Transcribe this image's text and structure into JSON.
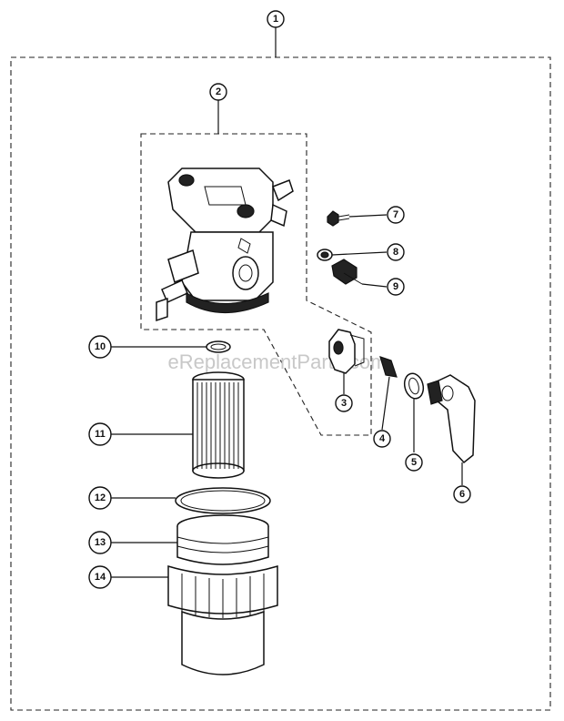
{
  "watermark": "eReplacementParts.com",
  "callouts": [
    {
      "label": "1"
    },
    {
      "label": "2"
    },
    {
      "label": "3"
    },
    {
      "label": "4"
    },
    {
      "label": "5"
    },
    {
      "label": "6"
    },
    {
      "label": "7"
    },
    {
      "label": "8"
    },
    {
      "label": "9"
    },
    {
      "label": "10"
    },
    {
      "label": "11"
    },
    {
      "label": "12"
    },
    {
      "label": "13"
    },
    {
      "label": "14"
    }
  ]
}
